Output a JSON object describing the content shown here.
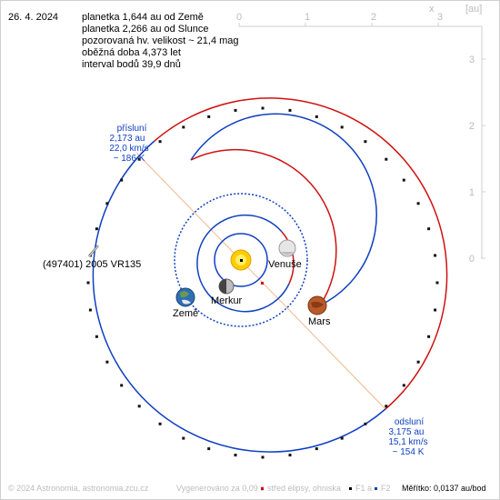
{
  "header": {
    "date": "26. 4. 2024",
    "lines": [
      "planetka 1,644 au od Země",
      "planetka 2,266 au od Slunce",
      "pozorovaná hv. velikost ~ 21,4 mag",
      "oběžná doba 4,373 let",
      "interval bodů 39,9 dnů"
    ]
  },
  "axes": {
    "x_label": "x",
    "unit_label": "[au]",
    "x_ticks": [
      "0",
      "1",
      "2",
      "3"
    ],
    "y_ticks": [
      "3",
      "2",
      "1",
      "0"
    ]
  },
  "bodies": {
    "asteroid": "(497401) 2005 VR135",
    "venus": "Venuše",
    "mercury": "Merkur",
    "earth": "Země",
    "mars": "Mars"
  },
  "perihelion": {
    "title": "přísluní",
    "distance": "2,173 au",
    "speed": "22,0 km/s",
    "temp": "~ 186 K"
  },
  "aphelion": {
    "title": "odsluní",
    "distance": "3,175 au",
    "speed": "15,1 km/s",
    "temp": "~ 154 K"
  },
  "footer": {
    "copyright": "© 2024 Astronomia, astronomia.zcu.cz",
    "generated": "Vygenerováno za 0,09 s",
    "center_legend": "střed elipsy, ohniska",
    "f1": "F1",
    "a": "a",
    "f2": "F2",
    "scale": "Měřítko: 0,0137 au/bod"
  },
  "colors": {
    "red": "#d01010",
    "blue": "#1040c0",
    "gray": "#aaaaaa",
    "apsides_line": "#f0b890"
  }
}
